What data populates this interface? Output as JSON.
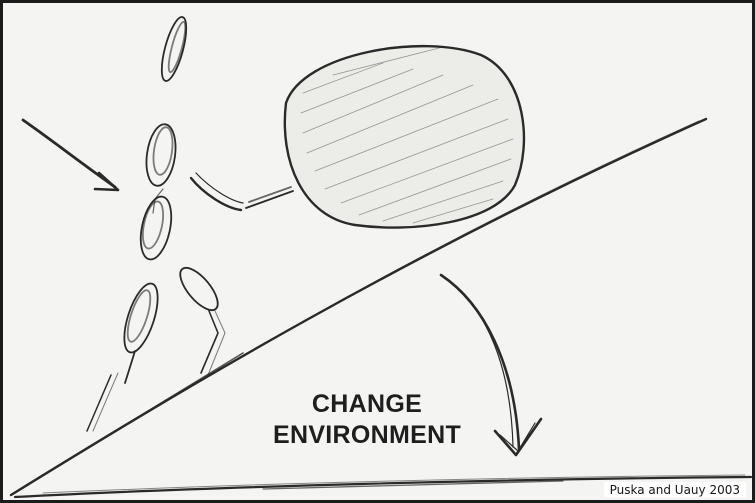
{
  "caption": {
    "line1": "CHANGE",
    "line2": "ENVIRONMENT"
  },
  "credit": "Puska and Uauy 2003",
  "colors": {
    "paper": "#f4f4f2",
    "pencil": "#2a2a2a",
    "border": "#1b1b1b"
  }
}
